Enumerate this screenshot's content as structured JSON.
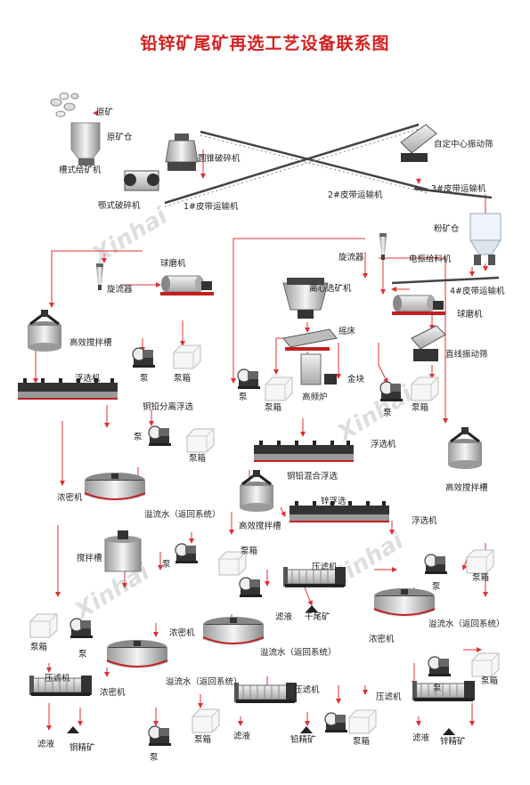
{
  "title": "铅锌矿尾矿再选工艺设备联系图",
  "watermark": "Xinhai",
  "colors": {
    "title": "#d42020",
    "flow_line": "#e03030",
    "machine": "#cfcfcf",
    "machine_dark": "#555555"
  },
  "labels": {
    "raw_ore": "原矿",
    "raw_ore_bin": "原矿仓",
    "trough_feeder": "槽式给矿机",
    "jaw_crusher": "颚式破碎机",
    "cone_crusher": "圆锥破碎机",
    "belt1": "1#皮带运输机",
    "belt2": "2#皮带运输机",
    "belt3": "3#皮带运输机",
    "self_centering_screen": "自定中心振动筛",
    "powder_bin": "粉矿仓",
    "electro_feeder": "电振给料机",
    "belt4": "4#皮带运输机",
    "ball_mill_right": "球磨机",
    "cyclone_right": "旋流器",
    "ball_mill_left": "球磨机",
    "cyclone_left": "旋流器",
    "centrifugal_separator": "离心选矿机",
    "shaking_table": "摇床",
    "linear_screen": "直线振动筛",
    "gold": "金块",
    "hf_furnace": "高频炉",
    "agitator_1": "高效搅拌槽",
    "pump_1": "泵",
    "tank_1": "泵箱",
    "pump_2": "泵",
    "tank_2": "泵箱",
    "pump_3": "泵",
    "tank_3": "泵箱",
    "flotation_1": "浮选机",
    "cu_pb_separation": "铜铅分离浮选",
    "pump_4": "泵",
    "tank_4": "泵箱",
    "flotation_2": "浮选机",
    "cu_pb_mixed": "铜铅混合浮选",
    "agitator_2": "高效搅拌槽",
    "thickener_1": "浓密机",
    "overflow_1": "溢流水（返回系统）",
    "agitator_3": "高效搅拌槽",
    "zn_flotation": "锌浮选",
    "flotation_3": "浮选机",
    "agitator_tank": "搅拌槽",
    "pump_5": "泵",
    "tank_5": "泵箱",
    "filter_press_1": "压滤机",
    "filtrate_1": "滤液",
    "dry_tailings": "干尾矿",
    "pump_6": "泵",
    "tank_6": "泵箱",
    "thickener_2": "浓密机",
    "overflow_2": "溢流水（返回系统）",
    "tank_7": "泵箱",
    "pump_7": "泵",
    "thickener_3": "浓密机",
    "overflow_3": "溢流水（返回系统）",
    "thickener_4": "浓密机",
    "overflow_4": "溢流水（返回系统）",
    "pump_8": "泵",
    "tank_8": "泵箱",
    "filter_press_2": "压滤机",
    "filtrate_2": "滤液",
    "cu_concentrate": "铜精矿",
    "pump_9": "泵",
    "tank_9": "泵箱",
    "filter_press_3": "压滤机",
    "filtrate_3": "滤液",
    "pb_concentrate": "铅精矿",
    "tank_10": "泵箱",
    "filter_press_4": "压滤机",
    "filtrate_4": "滤液",
    "zn_concentrate": "锌精矿"
  }
}
